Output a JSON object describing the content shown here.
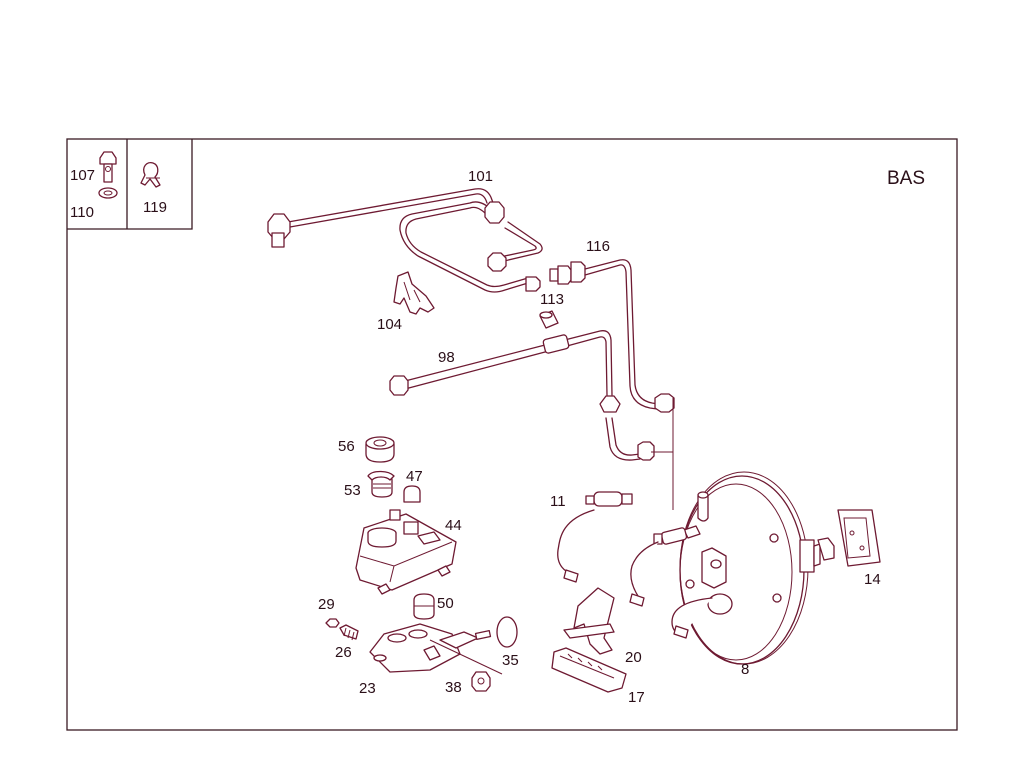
{
  "system_code": "BAS",
  "legend_parts": [
    {
      "id": "p107",
      "label": "107"
    },
    {
      "id": "p110",
      "label": "110"
    },
    {
      "id": "p119",
      "label": "119"
    }
  ],
  "parts": {
    "p101": "101",
    "p116": "116",
    "p113": "113",
    "p104": "104",
    "p98": "98",
    "p56": "56",
    "p47": "47",
    "p53": "53",
    "p44": "44",
    "p11": "11",
    "p14": "14",
    "p29": "29",
    "p50": "50",
    "p26": "26",
    "p35": "35",
    "p20": "20",
    "p8": "8",
    "p23": "23",
    "p38": "38",
    "p17": "17"
  },
  "colors": {
    "line": "#6e1a32",
    "text": "#2a0f18",
    "frame": "#3a1a24"
  }
}
